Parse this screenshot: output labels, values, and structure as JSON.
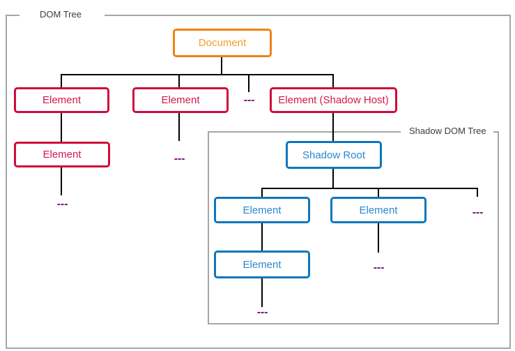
{
  "groups": {
    "dom": {
      "legend": "DOM Tree"
    },
    "shadow": {
      "legend": "Shadow DOM Tree"
    }
  },
  "colors": {
    "document_border": "#ee8211",
    "document_text": "#f59b2a",
    "element_border": "#ce0c3b",
    "element_text": "#d61550",
    "shadow_node_border": "#0d76bd",
    "shadow_node_text": "#2a89cb",
    "frame_border": "#a6a6a6",
    "connector": "#000000",
    "ellipsis": "#c1082e"
  },
  "tree": {
    "label": "Document",
    "children": [
      {
        "label": "Element",
        "children": [
          {
            "label": "Element",
            "children": [
              {
                "label": "..."
              }
            ]
          }
        ]
      },
      {
        "label": "Element",
        "children": [
          {
            "label": "..."
          }
        ]
      },
      {
        "label": "..."
      },
      {
        "label": "Element (Shadow Host)",
        "shadow_root": {
          "label": "Shadow Root",
          "children": [
            {
              "label": "Element",
              "children": [
                {
                  "label": "Element",
                  "children": [
                    {
                      "label": "..."
                    }
                  ]
                }
              ]
            },
            {
              "label": "Element",
              "children": [
                {
                  "label": "..."
                }
              ]
            },
            {
              "label": "..."
            }
          ]
        }
      }
    ]
  }
}
